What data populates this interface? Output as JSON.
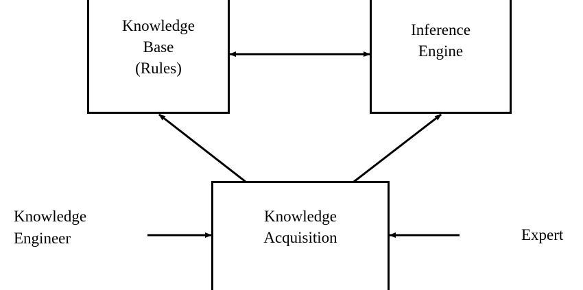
{
  "diagram": {
    "knowledge_base": {
      "line1": "Knowledge",
      "line2": "Base",
      "line3": "(Rules)"
    },
    "inference_engine": {
      "line1": "Inference",
      "line2": "Engine"
    },
    "knowledge_acquisition": {
      "line1": "Knowledge",
      "line2": "Acquisition"
    },
    "knowledge_engineer": {
      "line1": "Knowledge",
      "line2": "Engineer"
    },
    "expert": {
      "label": "Expert"
    }
  }
}
